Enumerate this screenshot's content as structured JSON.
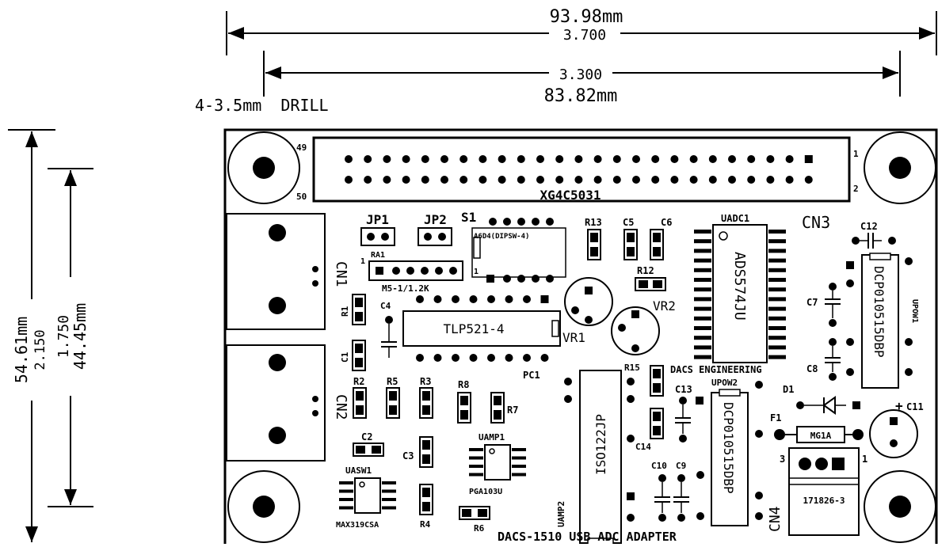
{
  "dimensions": {
    "width_mm": "93.98mm",
    "width_in": "3.700",
    "hole_span_in": "3.300",
    "hole_span_mm": "83.82mm",
    "drill": "4-3.5mm  DRILL",
    "height_mm": "54.61mm",
    "height_in": "2.150",
    "hole_vspan_in": "1.750",
    "hole_vspan_mm": "44.45mm"
  },
  "connector": {
    "part": "XG4C5031",
    "ref": "CN3",
    "pin49": "49",
    "pin50": "50",
    "pin1": "1",
    "pin2": "2"
  },
  "labels": {
    "jp1": "JP1",
    "jp2": "JP2",
    "s1": "S1",
    "a6d4": "A6D4(DIPSW-4)",
    "ra1": "RA1",
    "ra1_pin": "1",
    "s1_pin": "1",
    "m5": "M5-1/1.2K",
    "cn1": "CN1",
    "cn2": "CN2",
    "r1": "R1",
    "c4": "C4",
    "c1": "C1",
    "tlp": "TLP521-4",
    "vr1": "VR1",
    "vr2": "VR2",
    "pc1": "PC1",
    "r13": "R13",
    "c5": "C5",
    "c6": "C6",
    "r12": "R12",
    "uadc1": "UADC1",
    "ads": "ADS574JU",
    "cn3_label": "CN3",
    "c12": "C12",
    "dcp1": "DCP010515DBP",
    "upow1": "UPOW1",
    "c7": "C7",
    "c8": "C8",
    "r15": "R15",
    "dacs_eng": "DACS ENGINEERING",
    "upow2": "UPOW2",
    "d1": "D1",
    "c13": "C13",
    "c14": "C14",
    "dcp2": "DCP010515DBP",
    "f1": "F1",
    "fuse": "MG1A",
    "c11": "C11",
    "c11_plus": "+",
    "cn4": "CN4",
    "cn4_pin3": "3",
    "cn4_pin1": "1",
    "cn4_part": "171826-3",
    "c10": "C10",
    "c9": "C9",
    "iso": "ISO122JP",
    "uamp2": "UAMP2",
    "r2": "R2",
    "r5": "R5",
    "r3": "R3",
    "r8": "R8",
    "r7": "R7",
    "c2": "C2",
    "c3": "C3",
    "uamp1": "UAMP1",
    "pga": "PGA103U",
    "usw1": "UASW1",
    "max": "MAX319CSA",
    "r4": "R4",
    "r6": "R6",
    "footer": "DACS-1510 USB ADC ADAPTER"
  }
}
